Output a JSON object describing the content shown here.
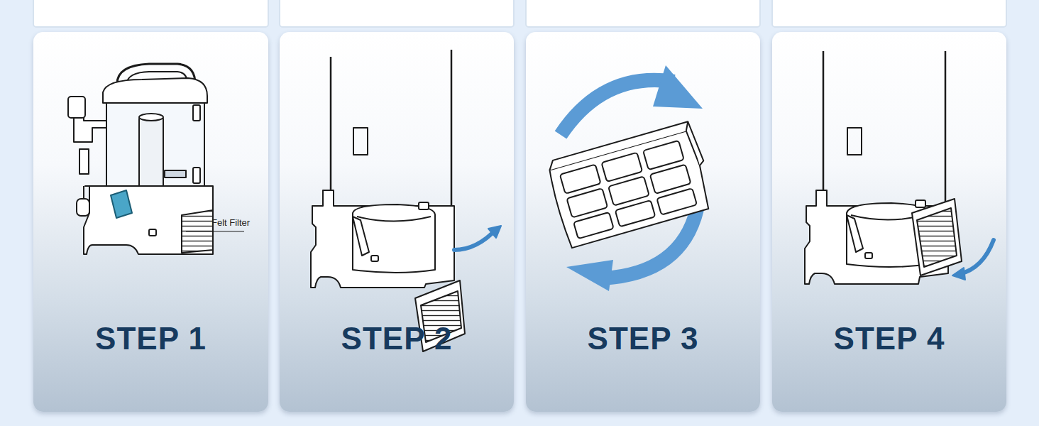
{
  "diagram": {
    "nodes": [
      {
        "text": [
          "STEP 1"
        ]
      },
      {
        "text": [
          "STEP 2"
        ]
      },
      {
        "text": [
          "STEP 3"
        ]
      },
      {
        "text": [
          "STEP 4"
        ]
      }
    ],
    "labels": [
      "Felt Filter"
    ]
  }
}
